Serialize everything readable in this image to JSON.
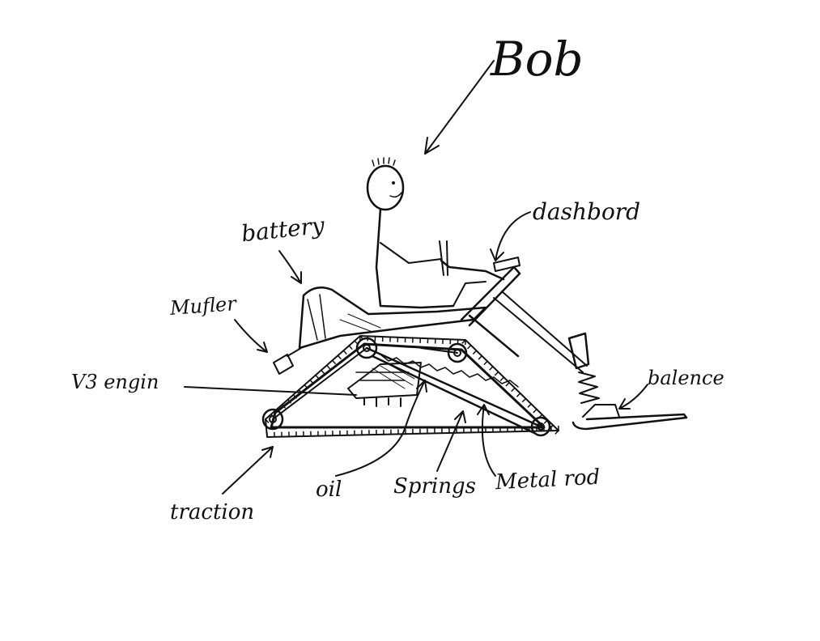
{
  "diagram": {
    "labels": {
      "rider": "Bob",
      "battery": "battery",
      "dashboard": "dashbord",
      "muffler": "Mufler",
      "engine": "V3 engin",
      "balance": "balence",
      "traction": "traction",
      "oil": "oil",
      "springs": "Springs",
      "metal_rod": "Metal rod"
    },
    "colors": {
      "ink": "#111111",
      "paper": "#ffffff"
    }
  }
}
